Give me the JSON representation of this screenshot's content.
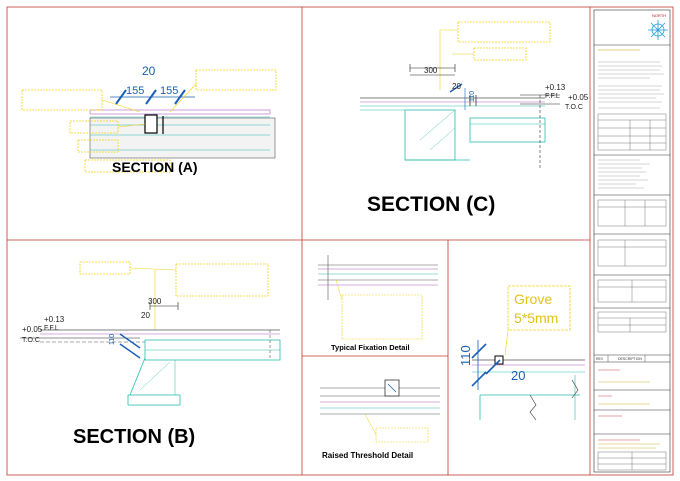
{
  "titles": {
    "section_a": "SECTION (A)",
    "section_b": "SECTION (B)",
    "section_c": "SECTION (C)",
    "typical_fixation": "Typical Fixation Detail",
    "raised_threshold": "Raised Threshold Detail"
  },
  "dims": {
    "a_top": "20",
    "a_left": "155",
    "a_right": "155",
    "c_300": "300",
    "c_20": "20",
    "c_110": "110",
    "c_ffl": "+0.13",
    "c_ffl_label": "F.F.L",
    "c_toc": "+0.05",
    "c_toc_label": "T.O.C",
    "b_300": "300",
    "b_20": "20",
    "b_110": "110",
    "b_ffl": "+0.13",
    "b_ffl_label": "F.F.L",
    "b_toc": "+0.05",
    "b_toc_label": "T.O.C",
    "zoom_110": "110",
    "zoom_20": "20"
  },
  "notes": {
    "zoom_grove_1": "Grove",
    "zoom_grove_2": "5*5mm"
  },
  "titleblock": {
    "north": "NORTH",
    "rev_header": "REV",
    "desc_header": "DESCRIPTION"
  },
  "colors": {
    "frame": "#c0392b",
    "annotation": "#f2d21b",
    "dimension": "#1a5fb4",
    "concrete": "#2bbbad",
    "marble": "#b05cc4"
  }
}
